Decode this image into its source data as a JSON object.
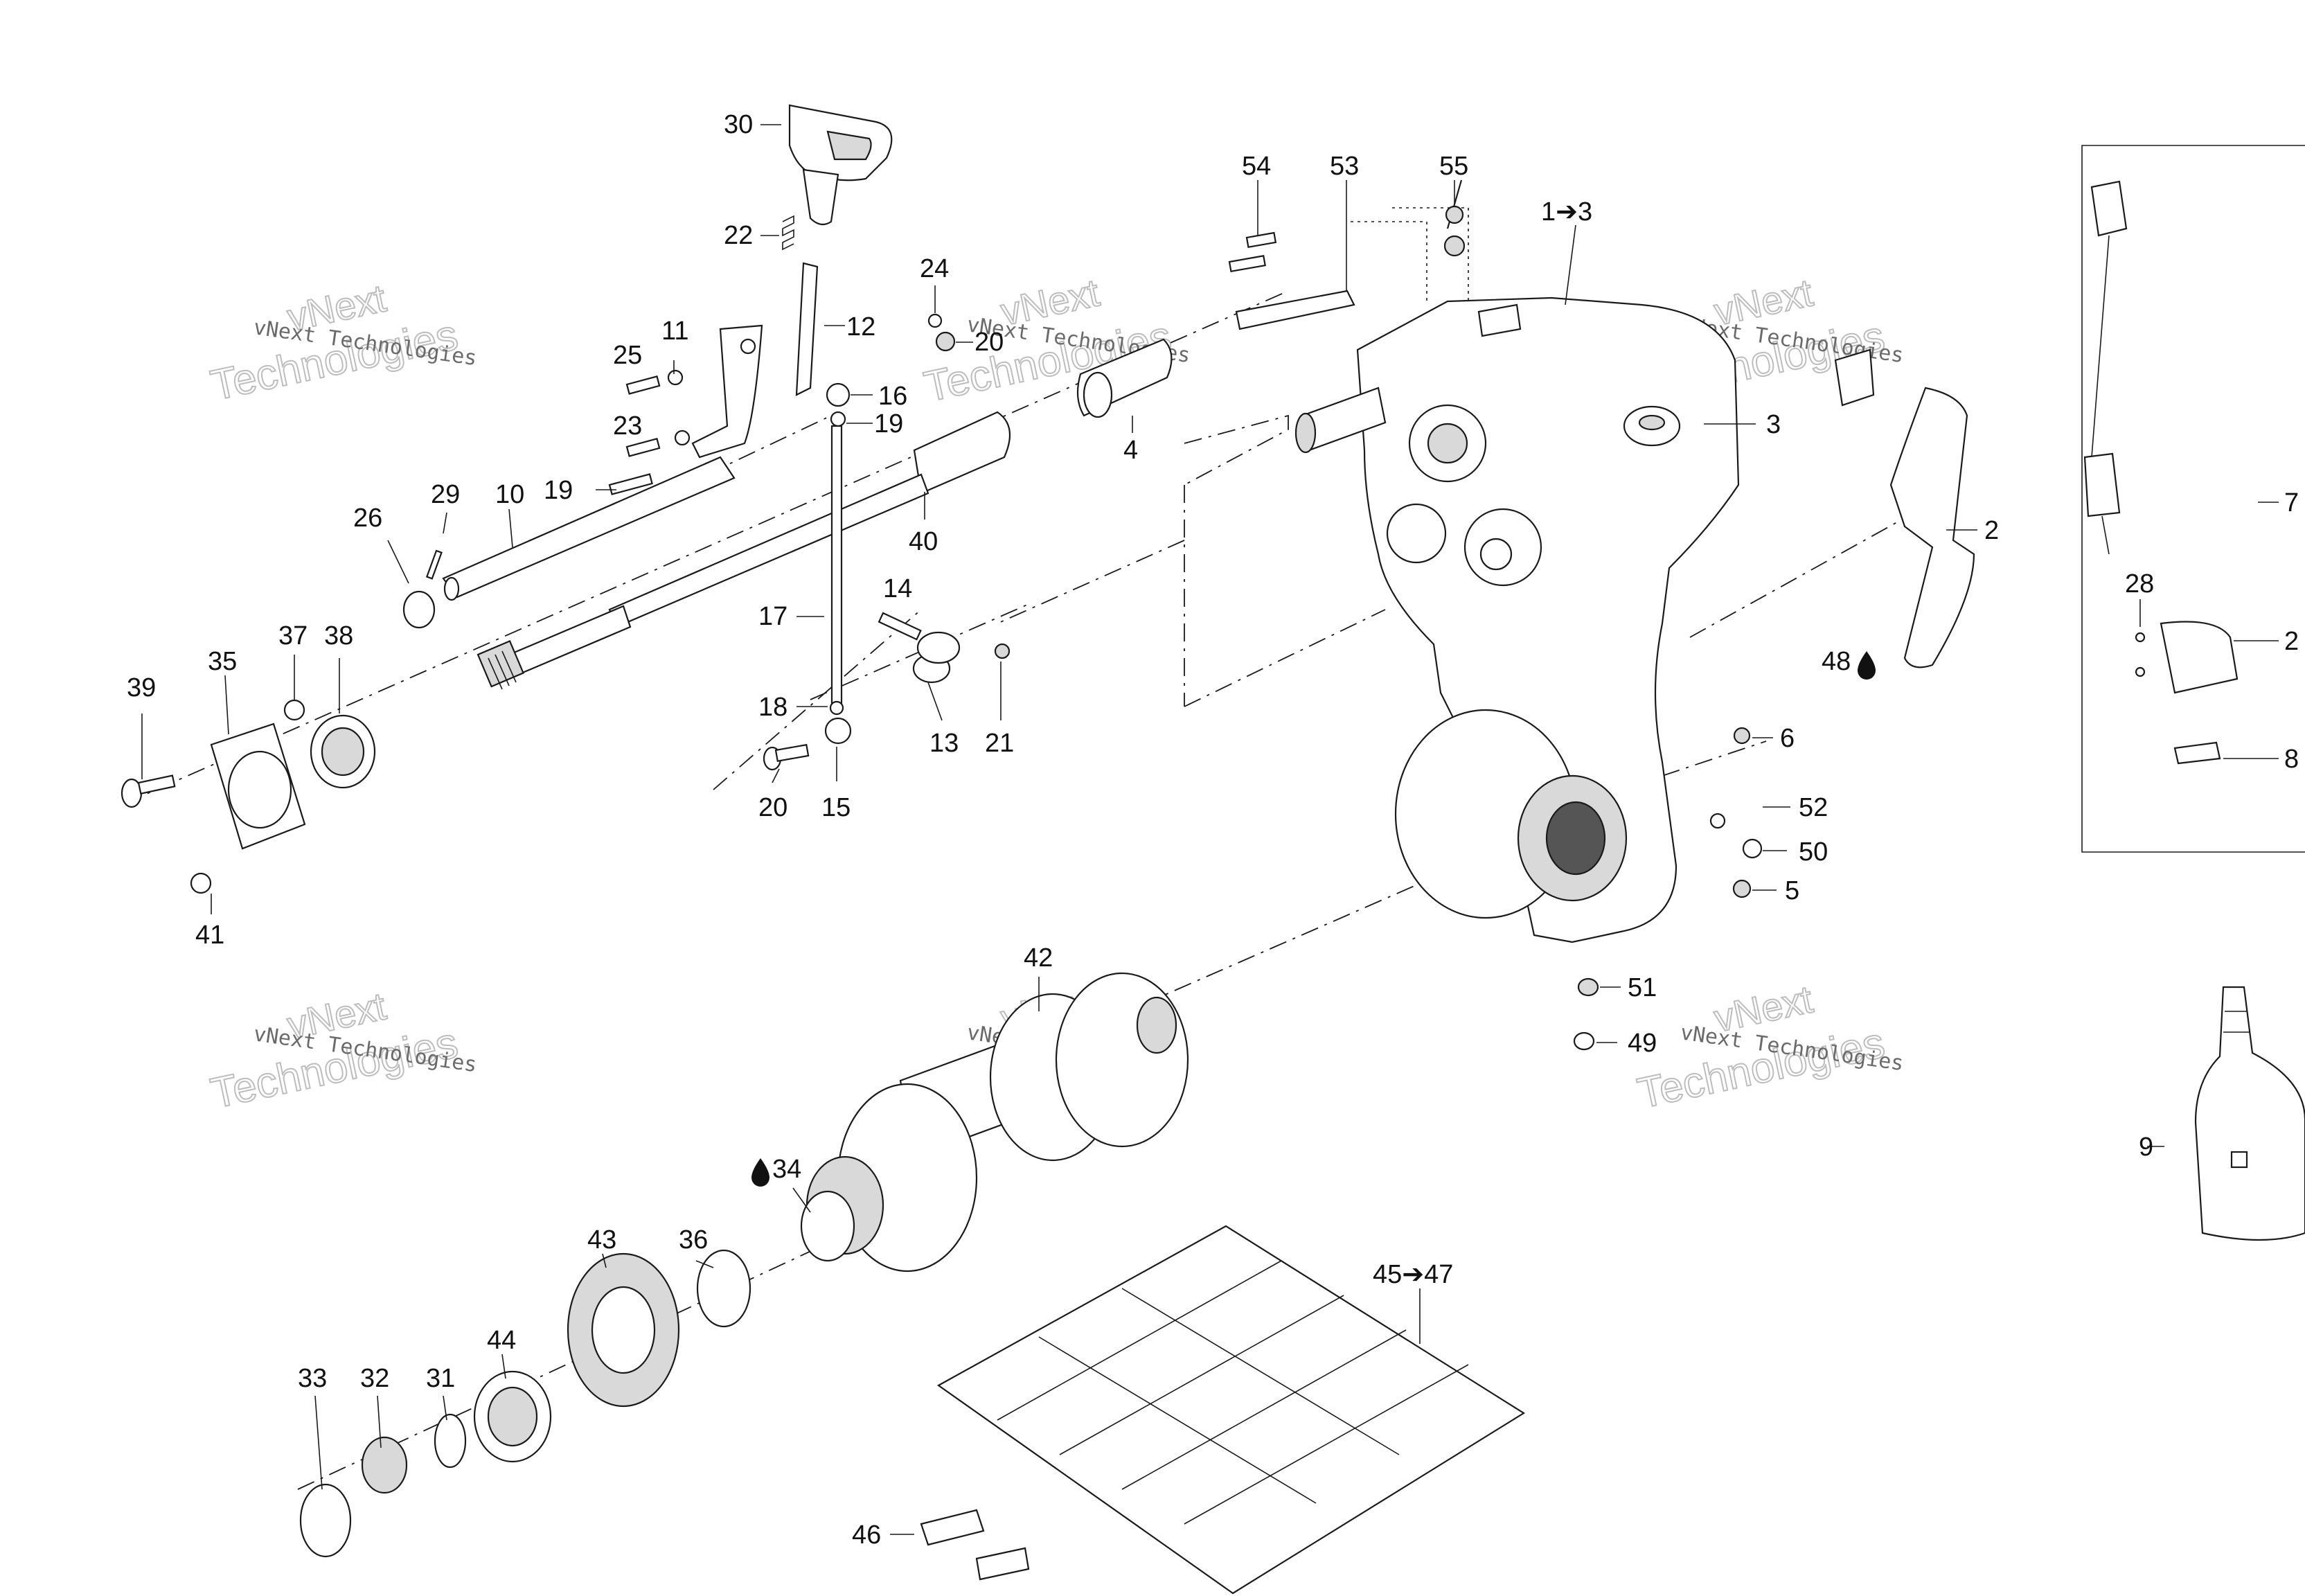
{
  "callouts": {
    "c30": "30",
    "c22": "22",
    "c12": "12",
    "c24": "24",
    "c20a": "20",
    "c11": "11",
    "c25": "25",
    "c16": "16",
    "c23": "23",
    "c19a": "19",
    "c19b": "19",
    "c4": "4",
    "c29": "29",
    "c10": "10",
    "c26": "26",
    "c40": "40",
    "c17": "17",
    "c14": "14",
    "c37": "37",
    "c38": "38",
    "c35": "35",
    "c39": "39",
    "c18": "18",
    "c13": "13",
    "c21": "21",
    "c20b": "20",
    "c15": "15",
    "c41": "41",
    "c54": "54",
    "c53": "53",
    "c55": "55",
    "c1to3": "1➔3",
    "c3": "3",
    "c2": "2",
    "c48": "48",
    "c6": "6",
    "c52": "52",
    "c50": "50",
    "c5": "5",
    "c51": "51",
    "c49": "49",
    "c42": "42",
    "c34": "34",
    "c43": "43",
    "c36": "36",
    "c44": "44",
    "c33": "33",
    "c32": "32",
    "c31": "31",
    "c45to47": "45➔47",
    "c46": "46",
    "c7": "7",
    "c28": "28",
    "c27": "2",
    "c8": "8",
    "c9": "9"
  },
  "watermark": {
    "script_text": "vNext",
    "company_text": "vNext Technologies",
    "outline_text": "Technologies"
  },
  "icons": {
    "oil_drop": "oil-drop-icon",
    "arrow": "right-arrow-glyph"
  }
}
